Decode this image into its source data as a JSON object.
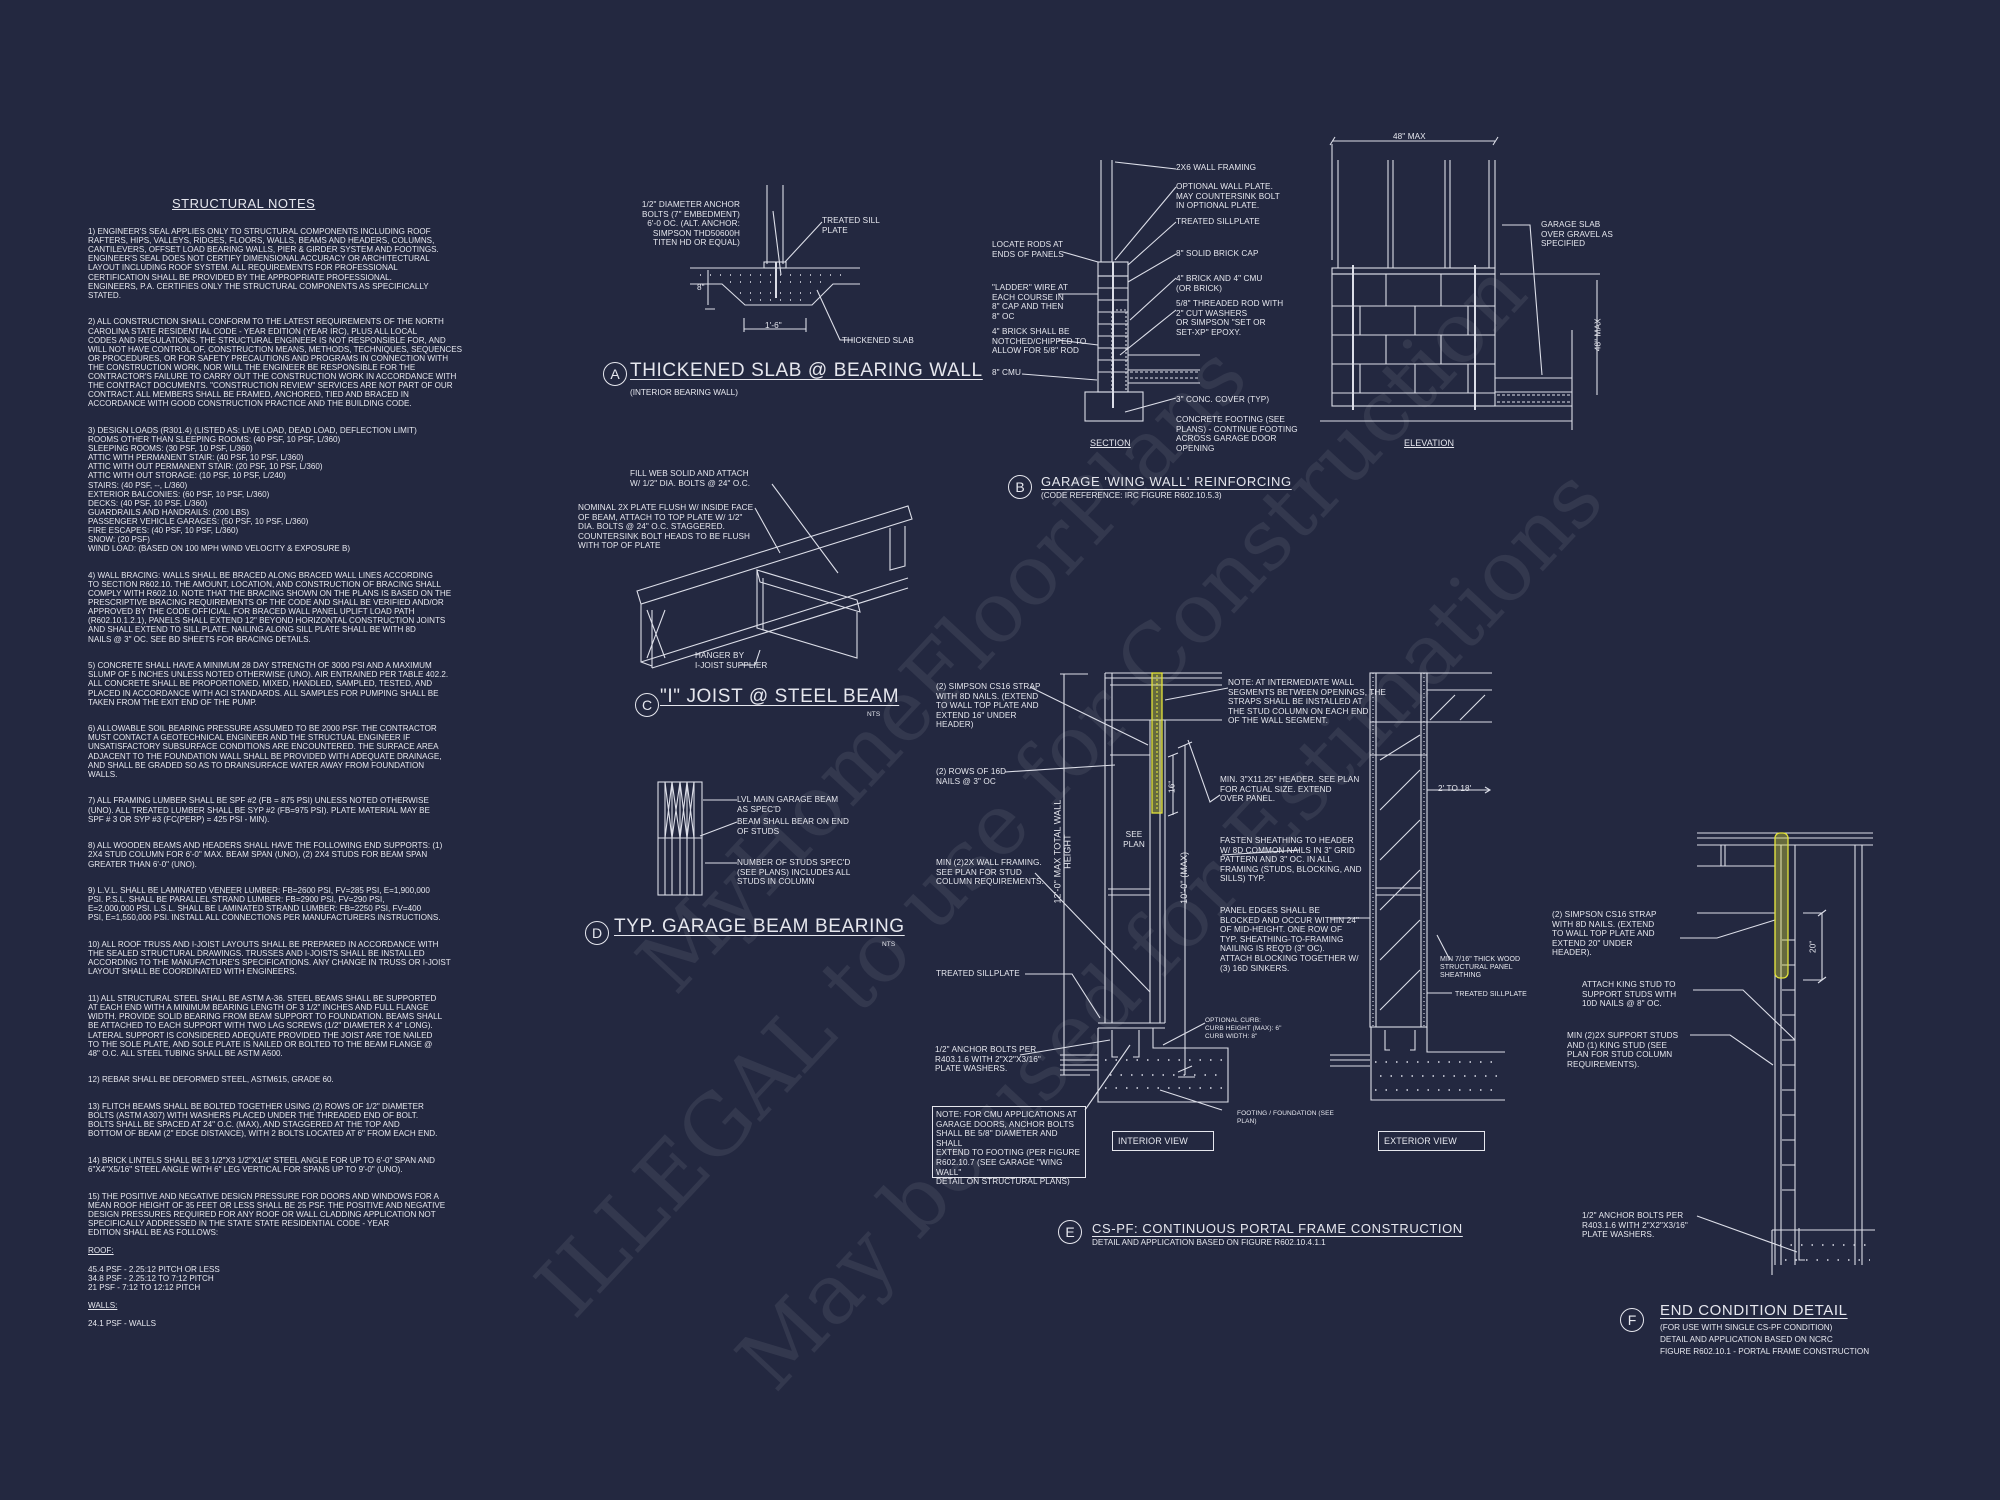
{
  "colors": {
    "background": "#232840",
    "linework": "#dcdee8",
    "strap_highlight": "#e4e43a"
  },
  "watermark": {
    "line1": "MyHomeFloorPlans",
    "line2": "ILLEGAL to use for Construction",
    "line3": "May be used for Estimations"
  },
  "notes": {
    "title": "STRUCTURAL NOTES",
    "items": [
      "1) ENGINEER'S SEAL APPLIES ONLY TO STRUCTURAL COMPONENTS INCLUDING ROOF\nRAFTERS, HIPS, VALLEYS, RIDGES, FLOORS, WALLS, BEAMS AND HEADERS, COLUMNS,\nCANTILEVERS, OFFSET LOAD BEARING WALLS, PIER & GIRDER SYSTEM AND FOOTINGS.\nENGINEER'S SEAL DOES NOT CERTIFY DIMENSIONAL ACCURACY OR ARCHITECTURAL\nLAYOUT INCLUDING ROOF SYSTEM. ALL REQUIREMENTS FOR PROFESSIONAL\nCERTIFICATION SHALL BE PROVIDED BY THE APPROPRIATE PROFESSIONAL.\nENGINEERS, P.A. CERTIFIES ONLY THE STRUCTURAL COMPONENTS AS SPECIFICALLY\nSTATED.",
      "2) ALL CONSTRUCTION SHALL CONFORM TO THE LATEST REQUIREMENTS OF THE NORTH\nCAROLINA STATE RESIDENTIAL CODE - YEAR EDITION (YEAR IRC), PLUS ALL LOCAL\nCODES AND REGULATIONS. THE STRUCTURAL ENGINEER IS NOT RESPONSIBLE FOR, AND\nWILL NOT HAVE CONTROL OF, CONSTRUCTION MEANS, METHODS, TECHNIQUES, SEQUENCES\nOR PROCEDURES, OR FOR SAFETY PRECAUTIONS AND PROGRAMS IN CONNECTION WITH\nTHE CONSTRUCTION WORK, NOR WILL THE ENGINEER BE RESPONSIBLE FOR THE\nCONTRACTOR'S FAILURE TO CARRY OUT THE CONSTRUCTION WORK IN ACCORDANCE WITH\nTHE CONTRACT DOCUMENTS. \"CONSTRUCTION REVIEW\" SERVICES ARE NOT PART OF OUR\nCONTRACT. ALL MEMBERS SHALL BE FRAMED, ANCHORED, TIED AND BRACED IN\nACCORDANCE WITH GOOD CONSTRUCTION PRACTICE AND THE BUILDING CODE.",
      "3) DESIGN LOADS (R301.4) (LISTED AS: LIVE LOAD, DEAD LOAD, DEFLECTION LIMIT)\nROOMS OTHER THAN SLEEPING ROOMS: (40 PSF, 10 PSF, L/360)\nSLEEPING ROOMS: (30 PSF, 10 PSF, L/360)\nATTIC WITH PERMANENT STAIR: (40 PSF, 10 PSF, L/360)\nATTIC WITH OUT PERMANENT STAIR: (20 PSF, 10 PSF, L/360)\nATTIC WITH OUT STORAGE: (10 PSF, 10 PSF, L/240)\nSTAIRS: (40 PSF, --, L/360)\nEXTERIOR BALCONIES: (60 PSF, 10 PSF, L/360)\nDECKS: (40 PSF, 10 PSF, L/360)\nGUARDRAILS AND HANDRAILS: (200 LBS)\nPASSENGER VEHICLE GARAGES: (50 PSF, 10 PSF, L/360)\nFIRE ESCAPES: (40 PSF, 10 PSF, L/360)\nSNOW: (20      PSF)\nWIND LOAD: (BASED ON 100 MPH WIND VELOCITY & EXPOSURE B)",
      "4) WALL BRACING:  WALLS SHALL BE BRACED ALONG BRACED WALL LINES ACCORDING\nTO SECTION R602.10. THE AMOUNT, LOCATION, AND CONSTRUCTION OF BRACING SHALL\nCOMPLY WITH R602.10. NOTE THAT THE BRACING SHOWN ON THE PLANS IS BASED ON THE\nPRESCRIPTIVE BRACING REQUIREMENTS OF THE CODE AND SHALL BE VERIFIED AND/OR\nAPPROVED BY THE CODE OFFICIAL. FOR BRACED WALL PANEL UPLIFT LOAD PATH\n(R602.10.1.2.1), PANELS SHALL EXTEND 12\" BEYOND HORIZONTAL CONSTRUCTION JOINTS\nAND SHALL EXTEND TO SILL PLATE. NAILING ALONG SILL PLATE SHALL BE WITH 8d\nNAILS @ 3\" OC. SEE BD SHEETS FOR BRACING DETAILS.",
      "5) CONCRETE SHALL HAVE A MINIMUM 28 DAY STRENGTH OF 3000 PSI AND A MAXIMUM\nSLUMP OF 5 INCHES UNLESS NOTED OTHERWISE (UNO). AIR ENTRAINED PER TABLE 402.2.\nALL CONCRETE SHALL BE PROPORTIONED, MIXED, HANDLED, SAMPLED, TESTED, AND\nPLACED IN ACCORDANCE WITH ACI STANDARDS. ALL SAMPLES FOR PUMPING SHALL BE\nTAKEN FROM THE EXIT END OF THE PUMP.",
      "6) ALLOWABLE SOIL BEARING PRESSURE ASSUMED TO BE 2000 PSF. THE CONTRACTOR\nMUST CONTACT A GEOTECHNICAL ENGINEER AND THE STRUCTUAL ENGINEER IF\nUNSATISFACTORY SUBSURFACE CONDITIONS ARE ENCOUNTERED. THE SURFACE AREA\nADJACENT TO THE FOUNDATION WALL SHALL BE PROVIDED WITH ADEQUATE DRAINAGE,\nAND SHALL BE GRADED SO AS TO DRAINSURFACE WATER AWAY FROM FOUNDATION\nWALLS.",
      "7) ALL FRAMING LUMBER SHALL BE SPF #2 (Fb = 875 PSI) UNLESS NOTED OTHERWISE\n(UNO). ALL TREATED LUMBER SHALL BE SYP #2 (Fb=975 PSI). PLATE MATERIAL MAY BE\nSPF # 3 OR SYP #3 (Fc(perp) = 425 PSI - MIN).",
      "8) ALL WOODEN BEAMS AND HEADERS SHALL HAVE THE FOLLOWING END SUPPORTS: (1)\n2x4 STUD COLUMN FOR 6'-0\" MAX. BEAM SPAN (UNO), (2) 2X4 STUDS FOR BEAM SPAN\nGREATER THAN 6'-0\" (UNO).",
      "9) L.V.L.  SHALL BE LAMINATED VENEER LUMBER: Fb=2600 PSI, Fv=285 PSI, E=1,900,000\nPSI. P.S.L.  SHALL BE PARALLEL STRAND LUMBER: Fb=2900 PSI, Fv=290 PSI,\nE=2,000,000 PSI. L.S.L.  SHALL BE LAMINATED STRAND LUMBER: Fb=2250 PSI, Fv=400\nPSI, E=1,550,000 PSI. INSTALL ALL CONNECTIONS PER MANUFACTURERS INSTRUCTIONS.",
      "10) ALL ROOF TRUSS AND I-JOIST LAYOUTS SHALL BE PREPARED IN ACCORDANCE WITH\nTHE SEALED STRUCTURAL DRAWINGS. TRUSSES AND I-JOISTS SHALL BE INSTALLED\nACCORDING TO THE MANUFACTURE'S SPECIFICATIONS. ANY CHANGE IN TRUSS OR I-JOIST\nLAYOUT SHALL BE COORDINATED WITH  ENGINEERS.",
      "11) ALL STRUCTURAL STEEL SHALL BE ASTM A-36. STEEL BEAMS SHALL BE SUPPORTED\nAT EACH END WITH A MINIMUM BEARING LENGTH OF 3 1/2\" INCHES AND FULL FLANGE\nWIDTH. PROVIDE SOLID BEARING FROM BEAM SUPPORT TO FOUNDATION.  BEAMS SHALL\nBE ATTACHED TO EACH SUPPORT WITH TWO LAG SCREWS (1/2\" DIAMETER x 4\" LONG).\nLATERAL SUPPORT IS CONSIDERED ADEQUATE PROVIDED THE JOIST ARE TOE NAILED\nTO THE SOLE PLATE, AND SOLE PLATE IS NAILED OR BOLTED TO THE BEAM FLANGE @\n48\" O.C. ALL STEEL TUBING SHALL BE ASTM A500.",
      "12) REBAR SHALL BE DEFORMED STEEL, ASTM615, GRADE 60.",
      "13) FLITCH BEAMS SHALL BE BOLTED TOGETHER USING (2) ROWS OF 1/2\" DIAMETER\nBOLTS (ASTM A307) WITH WASHERS PLACED UNDER THE THREADED END OF BOLT.\nBOLTS SHALL BE SPACED AT 24\" O.C. (MAX), AND STAGGERED AT THE TOP AND\nBOTTOM OF BEAM (2\" EDGE DISTANCE), WITH 2 BOLTS LOCATED AT 6\" FROM EACH END.",
      "14) BRICK LINTELS SHALL BE 3 1/2\"x3 1/2\"x1/4\" STEEL ANGLE FOR UP TO 6'-0\" SPAN AND\n6\"x4\"x5/16\" STEEL ANGLE WITH 6\" LEG VERTICAL FOR SPANS UP TO 9'-0\" (UNO).",
      "15) THE POSITIVE AND NEGATIVE DESIGN PRESSURE FOR DOORS AND WINDOWS FOR A\nMEAN ROOF HEIGHT OF 35 FEET OR LESS SHALL BE 25 PSF. THE POSITIVE AND NEGATIVE\nDESIGN PRESSURES REQUIRED FOR ANY ROOF OR WALL CLADDING APPLICATION NOT\nSPECIFICALLY ADDRESSED IN THE STATE STATE RESIDENTIAL CODE - YEAR\nEDITION SHALL BE AS FOLLOWS:"
    ],
    "roof_heading": "ROOF:",
    "roof_lines": "45.4 PSF - 2.25:12 PITCH OR LESS\n34.8 PSF - 2.25:12 TO 7:12 PITCH\n21 PSF - 7:12 TO 12:12 PITCH",
    "walls_heading": "WALLS:",
    "walls_lines": "24.1 PSF - WALLS"
  },
  "detail_a": {
    "tag": "A",
    "title": "THICKENED SLAB @ BEARING WALL",
    "subtitle": "(INTERIOR BEARING WALL)",
    "labels": {
      "anchor": "1/2\" DIAMETER ANCHOR\nBOLTS (7\" EMBEDMENT)\n6'-0 OC. (ALT. ANCHOR:\nSIMPSON THD50600H\nTITEN HD OR EQUAL)",
      "sill": "TREATED SILL\nPLATE",
      "dim_width": "1'-6\"",
      "dim_depth": "8\"",
      "slab": "THICKENED SLAB"
    }
  },
  "detail_b": {
    "tag": "B",
    "title": "GARAGE 'WING WALL' REINFORCING",
    "subtitle": "(CODE REFERENCE: IRC FIGURE R602.10.5.3)",
    "section_label": "SECTION",
    "elevation_label": "ELEVATION",
    "labels": {
      "locate_rods": "LOCATE RODS AT\nENDS OF PANELS",
      "ladder": "\"LADDER\" WIRE AT\nEACH COURSE IN\n8\" CAP AND THEN\n8\" OC",
      "brick_notch": "4\" BRICK SHALL BE\nNOTCHED/CHIPPED TO\nALLOW FOR 5/8\" ROD",
      "cmu": "8\" CMU",
      "framing": "2x6 WALL FRAMING",
      "optional_plate": "OPTIONAL WALL PLATE.\nMAY COUNTERSINK BOLT\nIN OPTIONAL PLATE.",
      "sillplate": "TREATED SILLPLATE",
      "brick_cap": "8\" SOLID BRICK CAP",
      "brick_cmu": "4\" BRICK AND 4\" CMU\n(OR BRICK)",
      "rod": "5/8\" THREADED ROD WITH\n2\" CUT WASHERS\nOR SIMPSON \"SET OR\nSET-XP\" EPOXY.",
      "cover": "3\" CONC. COVER (TYP)",
      "footing": "CONCRETE FOOTING (SEE\nPLANS) - CONTINUE FOOTING\nACROSS GARAGE DOOR\nOPENING",
      "garage_slab": "GARAGE SLAB\nOVER GRAVEL AS\nSPECIFIED",
      "width_max": "48\" MAX",
      "height_max": "48\" MAX"
    }
  },
  "detail_c": {
    "tag": "C",
    "title": "\"I\" JOIST @ STEEL BEAM",
    "scale": "NTS",
    "labels": {
      "fill_web": "FILL WEB SOLID AND ATTACH\nW/ 1/2\" DIA. BOLTS @ 24\" O.C.",
      "plate": "NOMINAL 2x PLATE FLUSH W/ INSIDE FACE\nOF BEAM, ATTACH TO TOP PLATE W/ 1/2\"\nDIA. BOLTS @ 24\" O.C. STAGGERED.\nCOUNTERSINK BOLT HEADS TO BE FLUSH\nWITH TOP OF PLATE",
      "hanger": "HANGER BY\nI-JOIST SUPPLIER"
    }
  },
  "detail_d": {
    "tag": "D",
    "title": "TYP. GARAGE BEAM BEARING",
    "scale": "NTS",
    "labels": {
      "lvl": "LVL MAIN GARAGE BEAM\nAS SPEC'D",
      "bear": "BEAM SHALL BEAR ON END\nOF STUDS",
      "studs": "NUMBER OF STUDS SPEC'D\n(SEE PLANS) INCLUDES ALL\nSTUDS IN COLUMN"
    }
  },
  "detail_e": {
    "tag": "E",
    "title": "CS-PF: CONTINUOUS PORTAL FRAME CONSTRUCTION",
    "subtitle": "DETAIL AND APPLICATION BASED ON  FIGURE R602.10.4.1.1",
    "interior_view": "INTERIOR VIEW",
    "exterior_view": "EXTERIOR VIEW",
    "labels": {
      "strap": "(2) SIMPSON CS16 STRAP\nWITH 8d NAILS. (EXTEND\nTO WALL TOP PLATE AND\nEXTEND 16\" UNDER\nHEADER)",
      "rows": "(2) ROWS OF 16d\nNAILS @ 3\" OC",
      "min_framing": "MIN (2)2X WALL FRAMING.\nSEE PLAN FOR STUD\nCOLUMN REQUIREMENTS.",
      "sillplate": "TREATED SILLPLATE",
      "anchor": "1/2\" ANCHOR BOLTS PER\nR403.1.6 WITH 2\"x2\"x3/16\"\nPLATE WASHERS.",
      "note_cmu": "NOTE: FOR CMU APPLICATIONS AT\nGARAGE DOORS, ANCHOR BOLTS\nSHALL BE 5/8\" DIAMETER AND SHALL\nEXTEND TO FOOTING (PER  FIGURE\nR602.10.7 (SEE GARAGE \"WING WALL\"\nDETAIL ON STRUCTURAL PLANS)",
      "total_height": "12'-0\" MAX TOTAL WALL HEIGHT",
      "height_10": "10'-0\" (MAX)",
      "dim_16": "16\"",
      "see_plan": "SEE\nPLAN",
      "note_intermediate": "NOTE: AT INTERMEDIATE WALL\nSEGMENTS BETWEEN OPENINGS, THE\nSTRAPS SHALL BE INSTALLED AT\nTHE STUD COLUMN ON EACH END\nOF THE WALL SEGMENT.",
      "header": "MIN. 3\"x11.25\" HEADER. SEE PLAN\nFOR ACTUAL SIZE. EXTEND\nOVER PANEL.",
      "fasten": "FASTEN SHEATHING TO HEADER\nW/ 8d COMMON NAILS IN 3\" GRID\nPATTERN AND 3\" OC. IN ALL\nFRAMING (STUDS, BLOCKING, AND\nSILLS) TYP.",
      "panel_edges": "PANEL EDGES SHALL BE\nBLOCKED AND OCCUR WITHIN 24\"\nOF MID-HEIGHT.  ONE ROW OF\nTYP. SHEATHING-TO-FRAMING\nNAILING IS REQ'D (3\" OC).\nATTACH BLOCKING TOGETHER W/\n(3) 16d SINKERS.",
      "curb": "OPTIONAL CURB:\nCURB HEIGHT (MAX): 6\"\nCURB WIDTH: 8\"",
      "footing": "FOOTING / FOUNDATION (SEE\nPLAN)",
      "span": "2' TO 18'",
      "sheathing": "MIN 7/16\" THICK WOOD\nSTRUCTURAL PANEL\nSHEATHING",
      "ext_sillplate": "TREATED SILLPLATE"
    }
  },
  "detail_f": {
    "tag": "F",
    "title": "END CONDITION DETAIL",
    "subtitle": "(FOR USE WITH SINGLE CS-PF CONDITION)\nDETAIL AND APPLICATION BASED ON NCRC\nFIGURE R602.10.1 - PORTAL FRAME CONSTRUCTION",
    "labels": {
      "strap": "(2) SIMPSON CS16 STRAP\nWITH 8d NAILS. (EXTEND\nTO WALL TOP PLATE AND\nEXTEND 20\" UNDER\nHEADER).",
      "king": "ATTACH KING STUD TO\nSUPPORT STUDS WITH\n10d NAILS @ 8\" OC.",
      "support": "MIN (2)2X SUPPORT STUDS\nAND (1) KING STUD (SEE\nPLAN FOR STUD COLUMN\nREQUIREMENTS).",
      "anchor": "1/2\" ANCHOR BOLTS PER\nR403.1.6 WITH 2\"x2\"x3/16\"\nPLATE WASHERS.",
      "dim_20": "20\""
    }
  }
}
